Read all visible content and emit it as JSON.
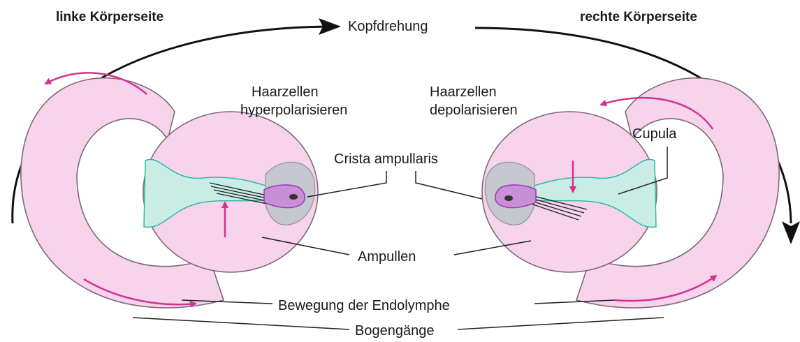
{
  "labels": {
    "left_side": "linke Körperseite",
    "right_side": "rechte Körperseite",
    "head_rotation": "Kopfdrehung",
    "left_haarzellen_1": "Haarzellen",
    "left_haarzellen_2": "hyperpolarisieren",
    "right_haarzellen_1": "Haarzellen",
    "right_haarzellen_2": "depolarisieren",
    "cupula": "Cupula",
    "crista": "Crista ampullaris",
    "ampullen": "Ampullen",
    "endolymphe": "Bewegung der Endolymphe",
    "bogengaenge": "Bogengänge"
  },
  "colors": {
    "canal_fill": "#f7d3ec",
    "canal_stroke": "#7a6a78",
    "crista_fill": "#c9ede4",
    "crista_stroke": "#2fb7a4",
    "cupula_fill": "#c5c9cf",
    "cell_fill": "#c98fd6",
    "cell_stroke": "#9c3fb0",
    "arrow_magenta": "#d3338f",
    "arrow_black": "#111111"
  }
}
